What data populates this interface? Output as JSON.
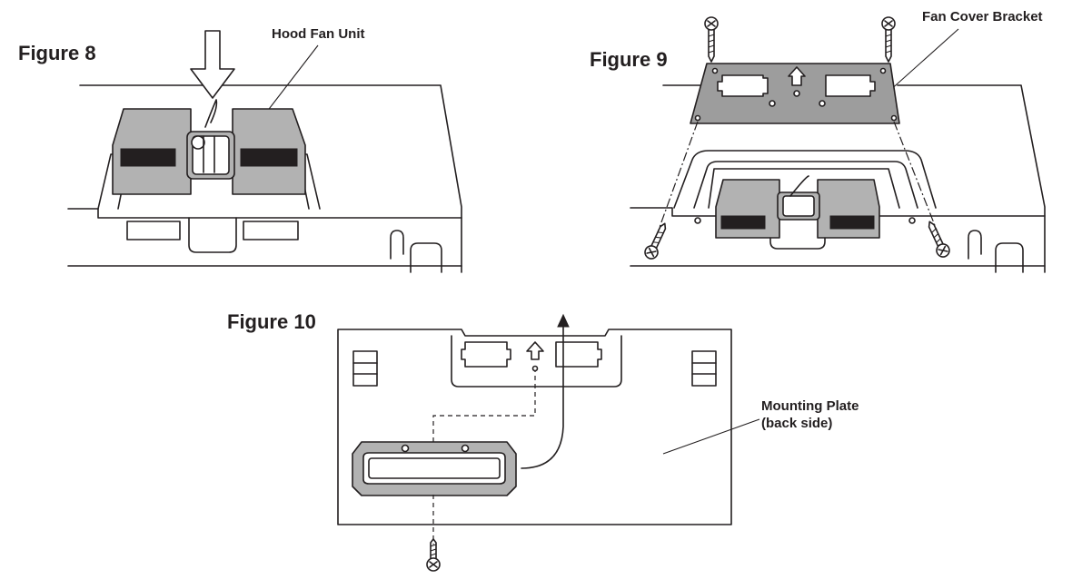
{
  "figures": {
    "fig8": {
      "title": "Figure 8",
      "callout": "Hood Fan Unit"
    },
    "fig9": {
      "title": "Figure 9",
      "callout": "Fan Cover Bracket"
    },
    "fig10": {
      "title": "Figure 10",
      "callout_line1": "Mounting Plate",
      "callout_line2": "(back side)"
    }
  },
  "colors": {
    "ink": "#231f20",
    "part_gray": "#b2b2b2",
    "bracket_gray": "#9d9d9d",
    "paper": "#ffffff"
  },
  "icons": [
    "down-arrow-icon",
    "up-arrow-icon",
    "screw-icon",
    "curved-arrow-icon"
  ]
}
